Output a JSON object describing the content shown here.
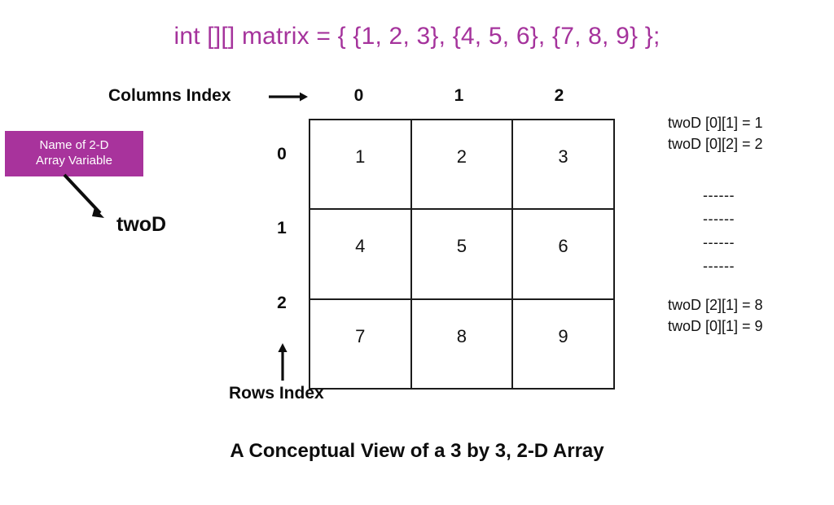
{
  "title": {
    "code_declaration": "int [][] matrix = { {1, 2, 3}, {4, 5, 6}, {7, 8, 9} };"
  },
  "axes": {
    "columns_index_label": "Columns Index",
    "rows_index_label": "Rows Index",
    "column_headers": [
      "0",
      "1",
      "2"
    ],
    "row_headers": [
      "0",
      "1",
      "2"
    ]
  },
  "callout": {
    "line1": "Name of 2-D",
    "line2": "Array Variable",
    "variable_name": "twoD",
    "box_color": "#a8339c",
    "box_text_color": "#ffffff"
  },
  "matrix": {
    "rows": [
      [
        "1",
        "2",
        "3"
      ],
      [
        "4",
        "5",
        "6"
      ],
      [
        "7",
        "8",
        "9"
      ]
    ]
  },
  "annotations": {
    "top": [
      "twoD [0][1] = 1",
      "twoD [0][2] = 2"
    ],
    "dashes": [
      "------",
      "------",
      "------",
      "------"
    ],
    "bottom": [
      "twoD [2][1] = 8",
      "twoD [0][1] = 9"
    ]
  },
  "caption": {
    "text": "A Conceptual View of a 3 by 3, 2-D Array"
  },
  "colors": {
    "accent_purple": "#a5339c",
    "grid_line": "#1c1c1c",
    "text": "#111111"
  }
}
